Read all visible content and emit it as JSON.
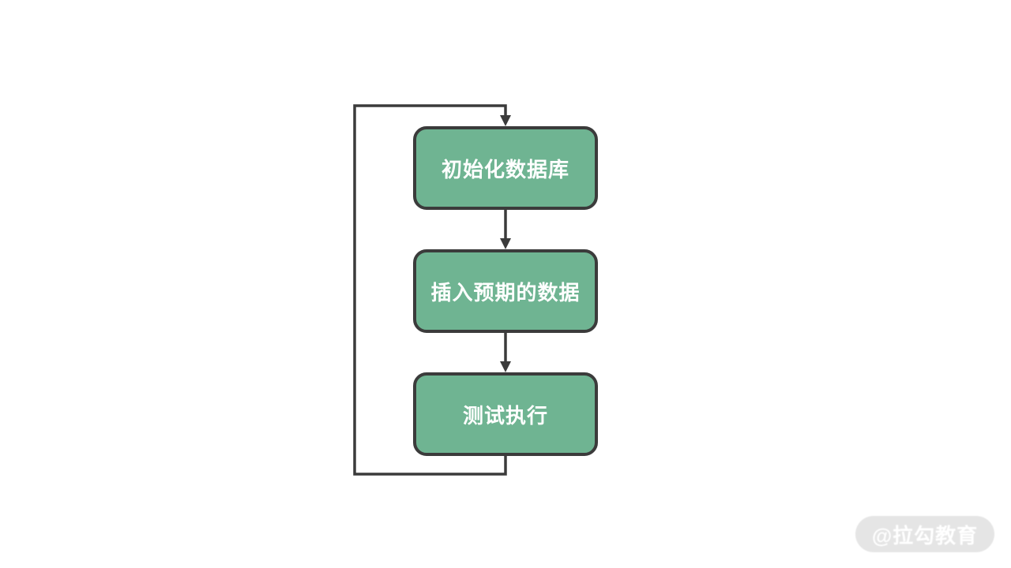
{
  "diagram": {
    "type": "flowchart",
    "nodes": [
      {
        "id": "initialize-database",
        "label": "初始化数据库"
      },
      {
        "id": "insert-expected-data",
        "label": "插入预期的数据"
      },
      {
        "id": "test-execution",
        "label": "测试执行"
      }
    ],
    "edges": [
      {
        "from": "initialize-database",
        "to": "insert-expected-data",
        "style": "arrow-down"
      },
      {
        "from": "insert-expected-data",
        "to": "test-execution",
        "style": "arrow-down"
      },
      {
        "from": "test-execution",
        "to": "initialize-database",
        "style": "loop-back-left"
      }
    ]
  },
  "watermark": {
    "label": "@拉勾教育"
  },
  "theme": {
    "page_bg": "#ffffff",
    "node_fill": "#6fb492",
    "node_border": "#3b3b3b",
    "line_color": "#3b3b3b",
    "text_color": "#ffffff",
    "watermark_bg": "#e5e5e5",
    "watermark_text": "#ffffff"
  }
}
